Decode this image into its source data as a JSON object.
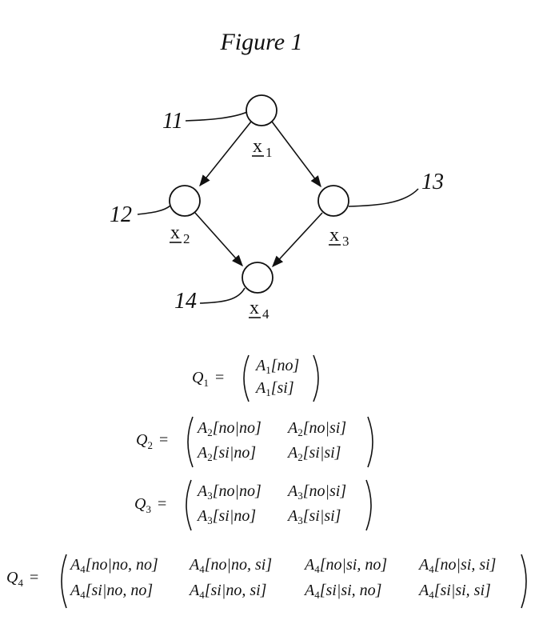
{
  "title": "Figure 1",
  "nodes": [
    {
      "ref": "11",
      "var": "x",
      "sub": "1"
    },
    {
      "ref": "12",
      "var": "x",
      "sub": "2"
    },
    {
      "ref": "13",
      "var": "x",
      "sub": "3"
    },
    {
      "ref": "14",
      "var": "x",
      "sub": "4"
    }
  ],
  "matrices": [
    {
      "name": "Q",
      "sub": "1",
      "rows": [
        [
          {
            "sub": "1",
            "arg": "[no]"
          }
        ],
        [
          {
            "sub": "1",
            "arg": "[si]"
          }
        ]
      ]
    },
    {
      "name": "Q",
      "sub": "2",
      "rows": [
        [
          {
            "sub": "2",
            "arg": "[no|no]"
          },
          {
            "sub": "2",
            "arg": "[no|si]"
          }
        ],
        [
          {
            "sub": "2",
            "arg": "[si|no]"
          },
          {
            "sub": "2",
            "arg": "[si|si]"
          }
        ]
      ]
    },
    {
      "name": "Q",
      "sub": "3",
      "rows": [
        [
          {
            "sub": "3",
            "arg": "[no|no]"
          },
          {
            "sub": "3",
            "arg": "[no|si]"
          }
        ],
        [
          {
            "sub": "3",
            "arg": "[si|no]"
          },
          {
            "sub": "3",
            "arg": "[si|si]"
          }
        ]
      ]
    },
    {
      "name": "Q",
      "sub": "4",
      "rows": [
        [
          {
            "sub": "4",
            "arg": "[no|no, no]"
          },
          {
            "sub": "4",
            "arg": "[no|no, si]"
          },
          {
            "sub": "4",
            "arg": "[no|si, no]"
          },
          {
            "sub": "4",
            "arg": "[no|si, si]"
          }
        ],
        [
          {
            "sub": "4",
            "arg": "[si|no, no]"
          },
          {
            "sub": "4",
            "arg": "[si|no, si]"
          },
          {
            "sub": "4",
            "arg": "[si|si, no]"
          },
          {
            "sub": "4",
            "arg": "[si|si, si]"
          }
        ]
      ]
    }
  ],
  "entry_base": "A",
  "equals": "="
}
